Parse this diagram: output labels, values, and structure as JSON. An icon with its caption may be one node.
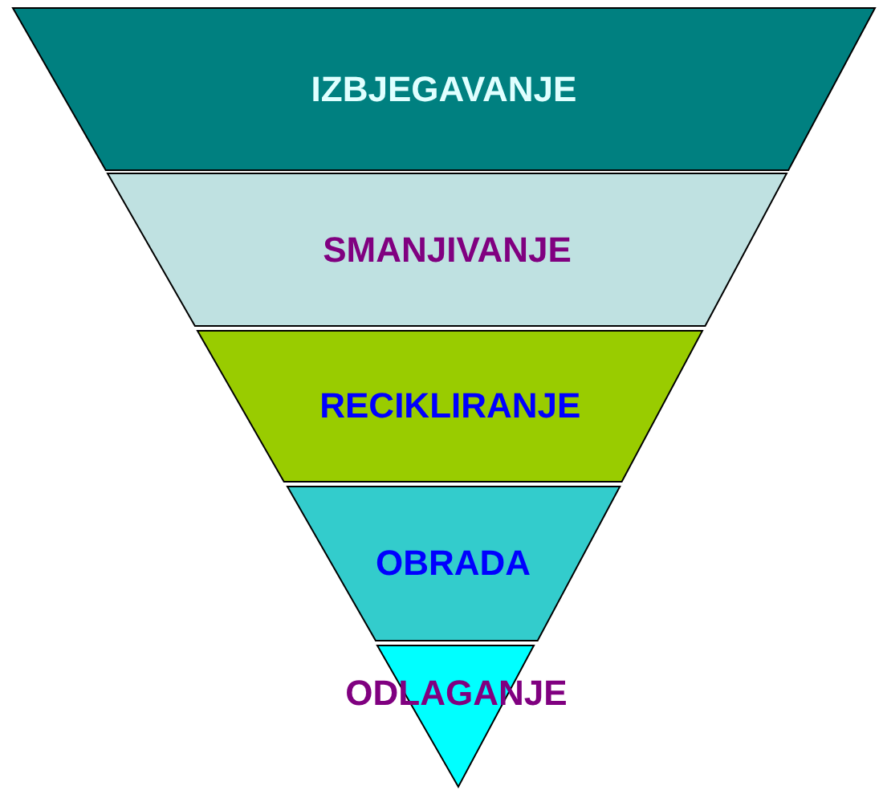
{
  "diagram": {
    "nodes": [
      {
        "text": [
          "IZBJEGAVANJE"
        ]
      },
      {
        "text": [
          "SMANJIVANJE"
        ]
      },
      {
        "text": [
          "RECIKLIRANJE"
        ]
      },
      {
        "text": [
          "OBRADA"
        ]
      },
      {
        "text": [
          "ODLAGANJE"
        ]
      }
    ]
  }
}
